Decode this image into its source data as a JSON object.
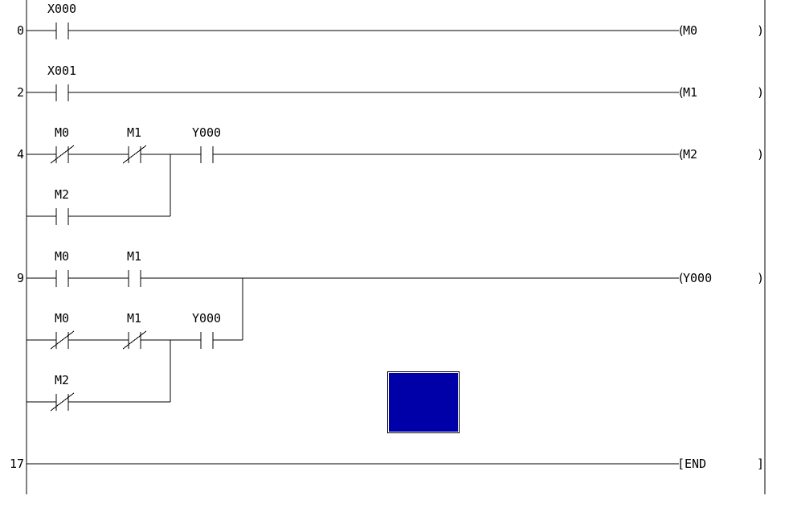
{
  "ladder": {
    "step_numbers": [
      "0",
      "2",
      "4",
      "9",
      "17"
    ],
    "contacts": [
      {
        "label": "X000",
        "type": "NO"
      },
      {
        "label": "X001",
        "type": "NO"
      },
      {
        "label": "M0",
        "type": "NC"
      },
      {
        "label": "M1",
        "type": "NC"
      },
      {
        "label": "Y000",
        "type": "NO"
      },
      {
        "label": "M2",
        "type": "NO"
      },
      {
        "label": "M0",
        "type": "NO"
      },
      {
        "label": "M1",
        "type": "NO"
      },
      {
        "label": "M0",
        "type": "NC"
      },
      {
        "label": "M1",
        "type": "NC"
      },
      {
        "label": "Y000",
        "type": "NO"
      },
      {
        "label": "M2",
        "type": "NC"
      }
    ],
    "coils": [
      {
        "open": "(",
        "label": "M0",
        "close": ")"
      },
      {
        "open": "(",
        "label": "M1",
        "close": ")"
      },
      {
        "open": "(",
        "label": "M2",
        "close": ")"
      },
      {
        "open": "(",
        "label": "Y000",
        "close": ")"
      },
      {
        "open": "[",
        "label": "END",
        "close": "]"
      }
    ]
  },
  "colors": {
    "background": "#ffffff",
    "line": "#000000",
    "cursor": "#0000a8"
  }
}
